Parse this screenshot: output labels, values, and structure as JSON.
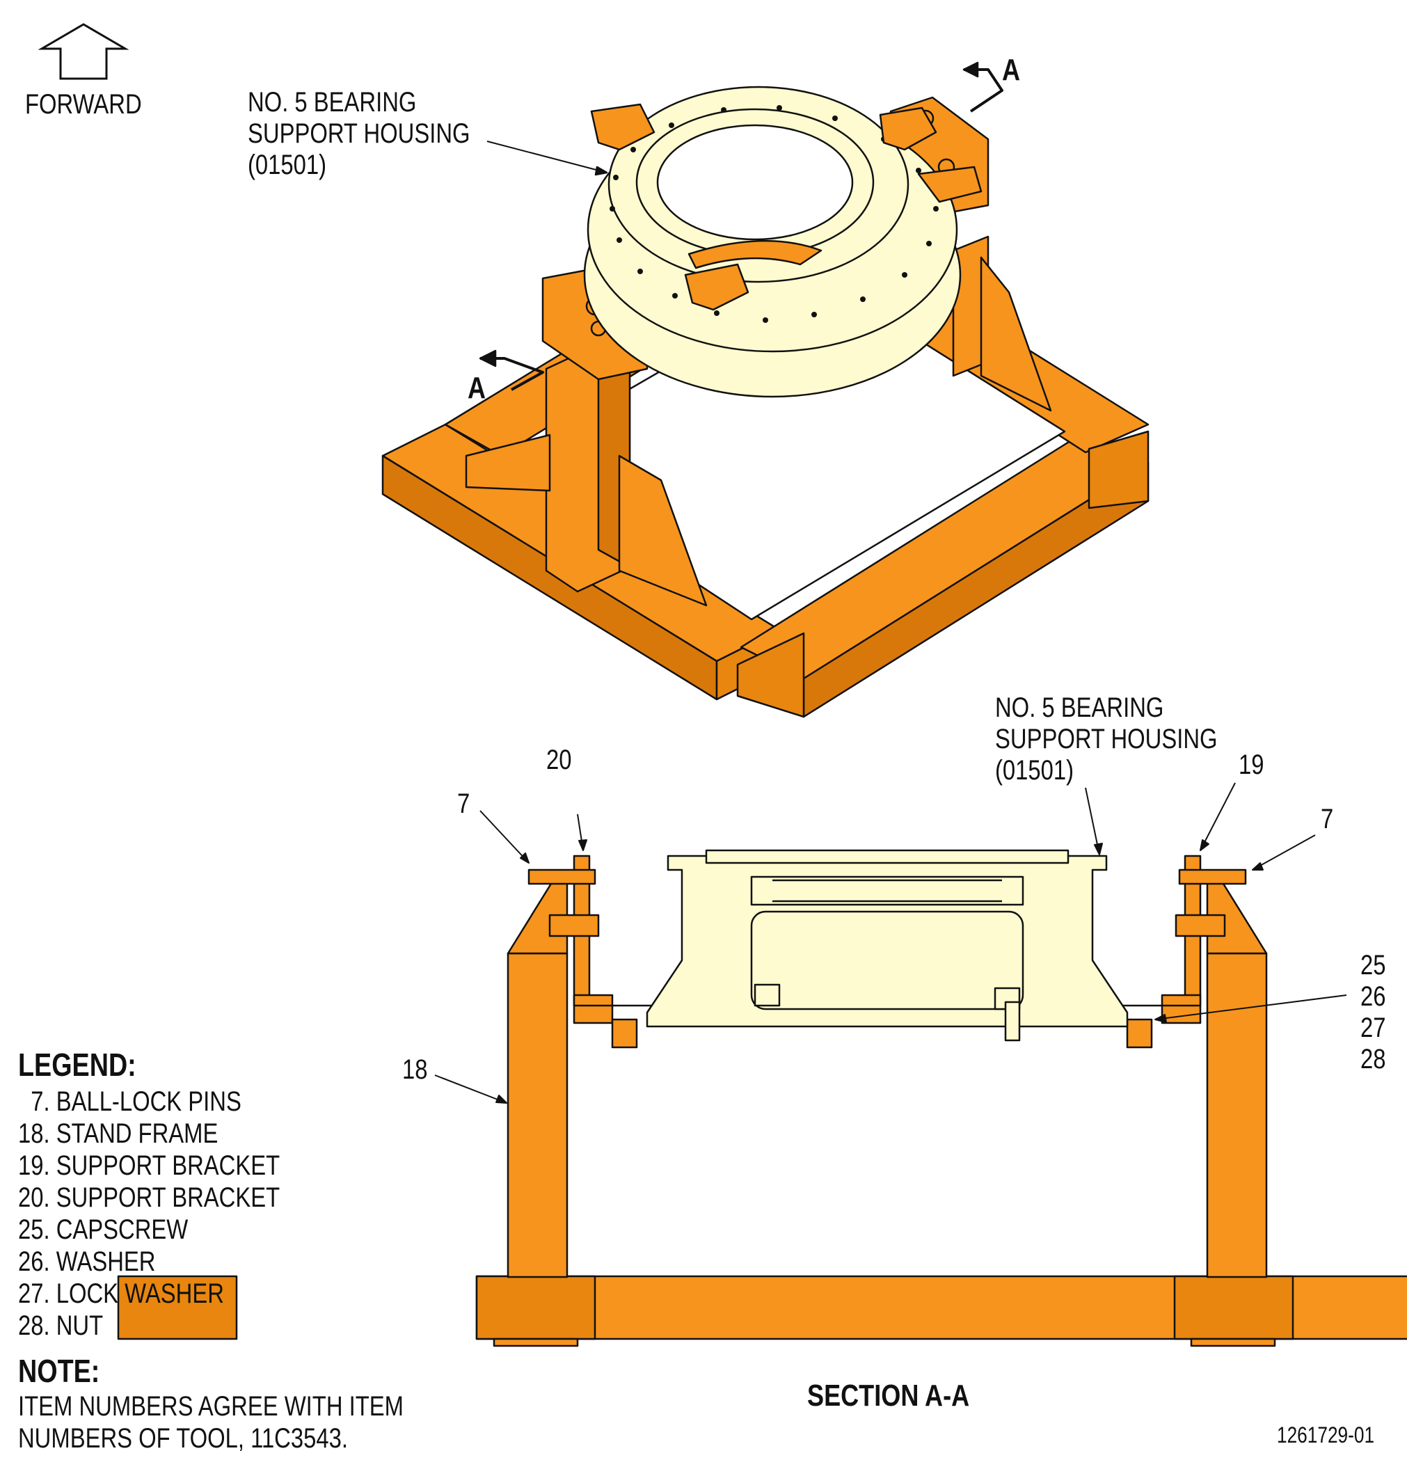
{
  "direction": {
    "label": "FORWARD",
    "icon": "up-arrow-icon"
  },
  "callouts": {
    "housing_top": [
      "NO. 5 BEARING",
      "SUPPORT HOUSING",
      "(01501)"
    ],
    "housing_section": [
      "NO. 5 BEARING",
      "SUPPORT HOUSING",
      "(01501)"
    ],
    "section_marker_top": "A",
    "section_marker_bottom": "A",
    "item_20": "20",
    "item_7_left": "7",
    "item_19": "19",
    "item_7_right": "7",
    "item_18": "18",
    "items_stack": [
      "25",
      "26",
      "27",
      "28"
    ]
  },
  "section_title": "SECTION A-A",
  "legend": {
    "title": "LEGEND:",
    "items": [
      "  7. BALL-LOCK PINS",
      "18. STAND FRAME",
      "19. SUPPORT BRACKET",
      "20. SUPPORT BRACKET",
      "25. CAPSCREW",
      "26. WASHER",
      "27. LOCK WASHER",
      "28. NUT"
    ]
  },
  "note": {
    "title": "NOTE:",
    "lines": [
      "ITEM NUMBERS AGREE WITH ITEM",
      "NUMBERS OF TOOL, 11C3543."
    ]
  },
  "figure_id": "1261729-01",
  "colors": {
    "frame": "#F7941D",
    "frame_dark": "#D9780A",
    "housing": "#FFFBD0",
    "line": "#111111"
  }
}
